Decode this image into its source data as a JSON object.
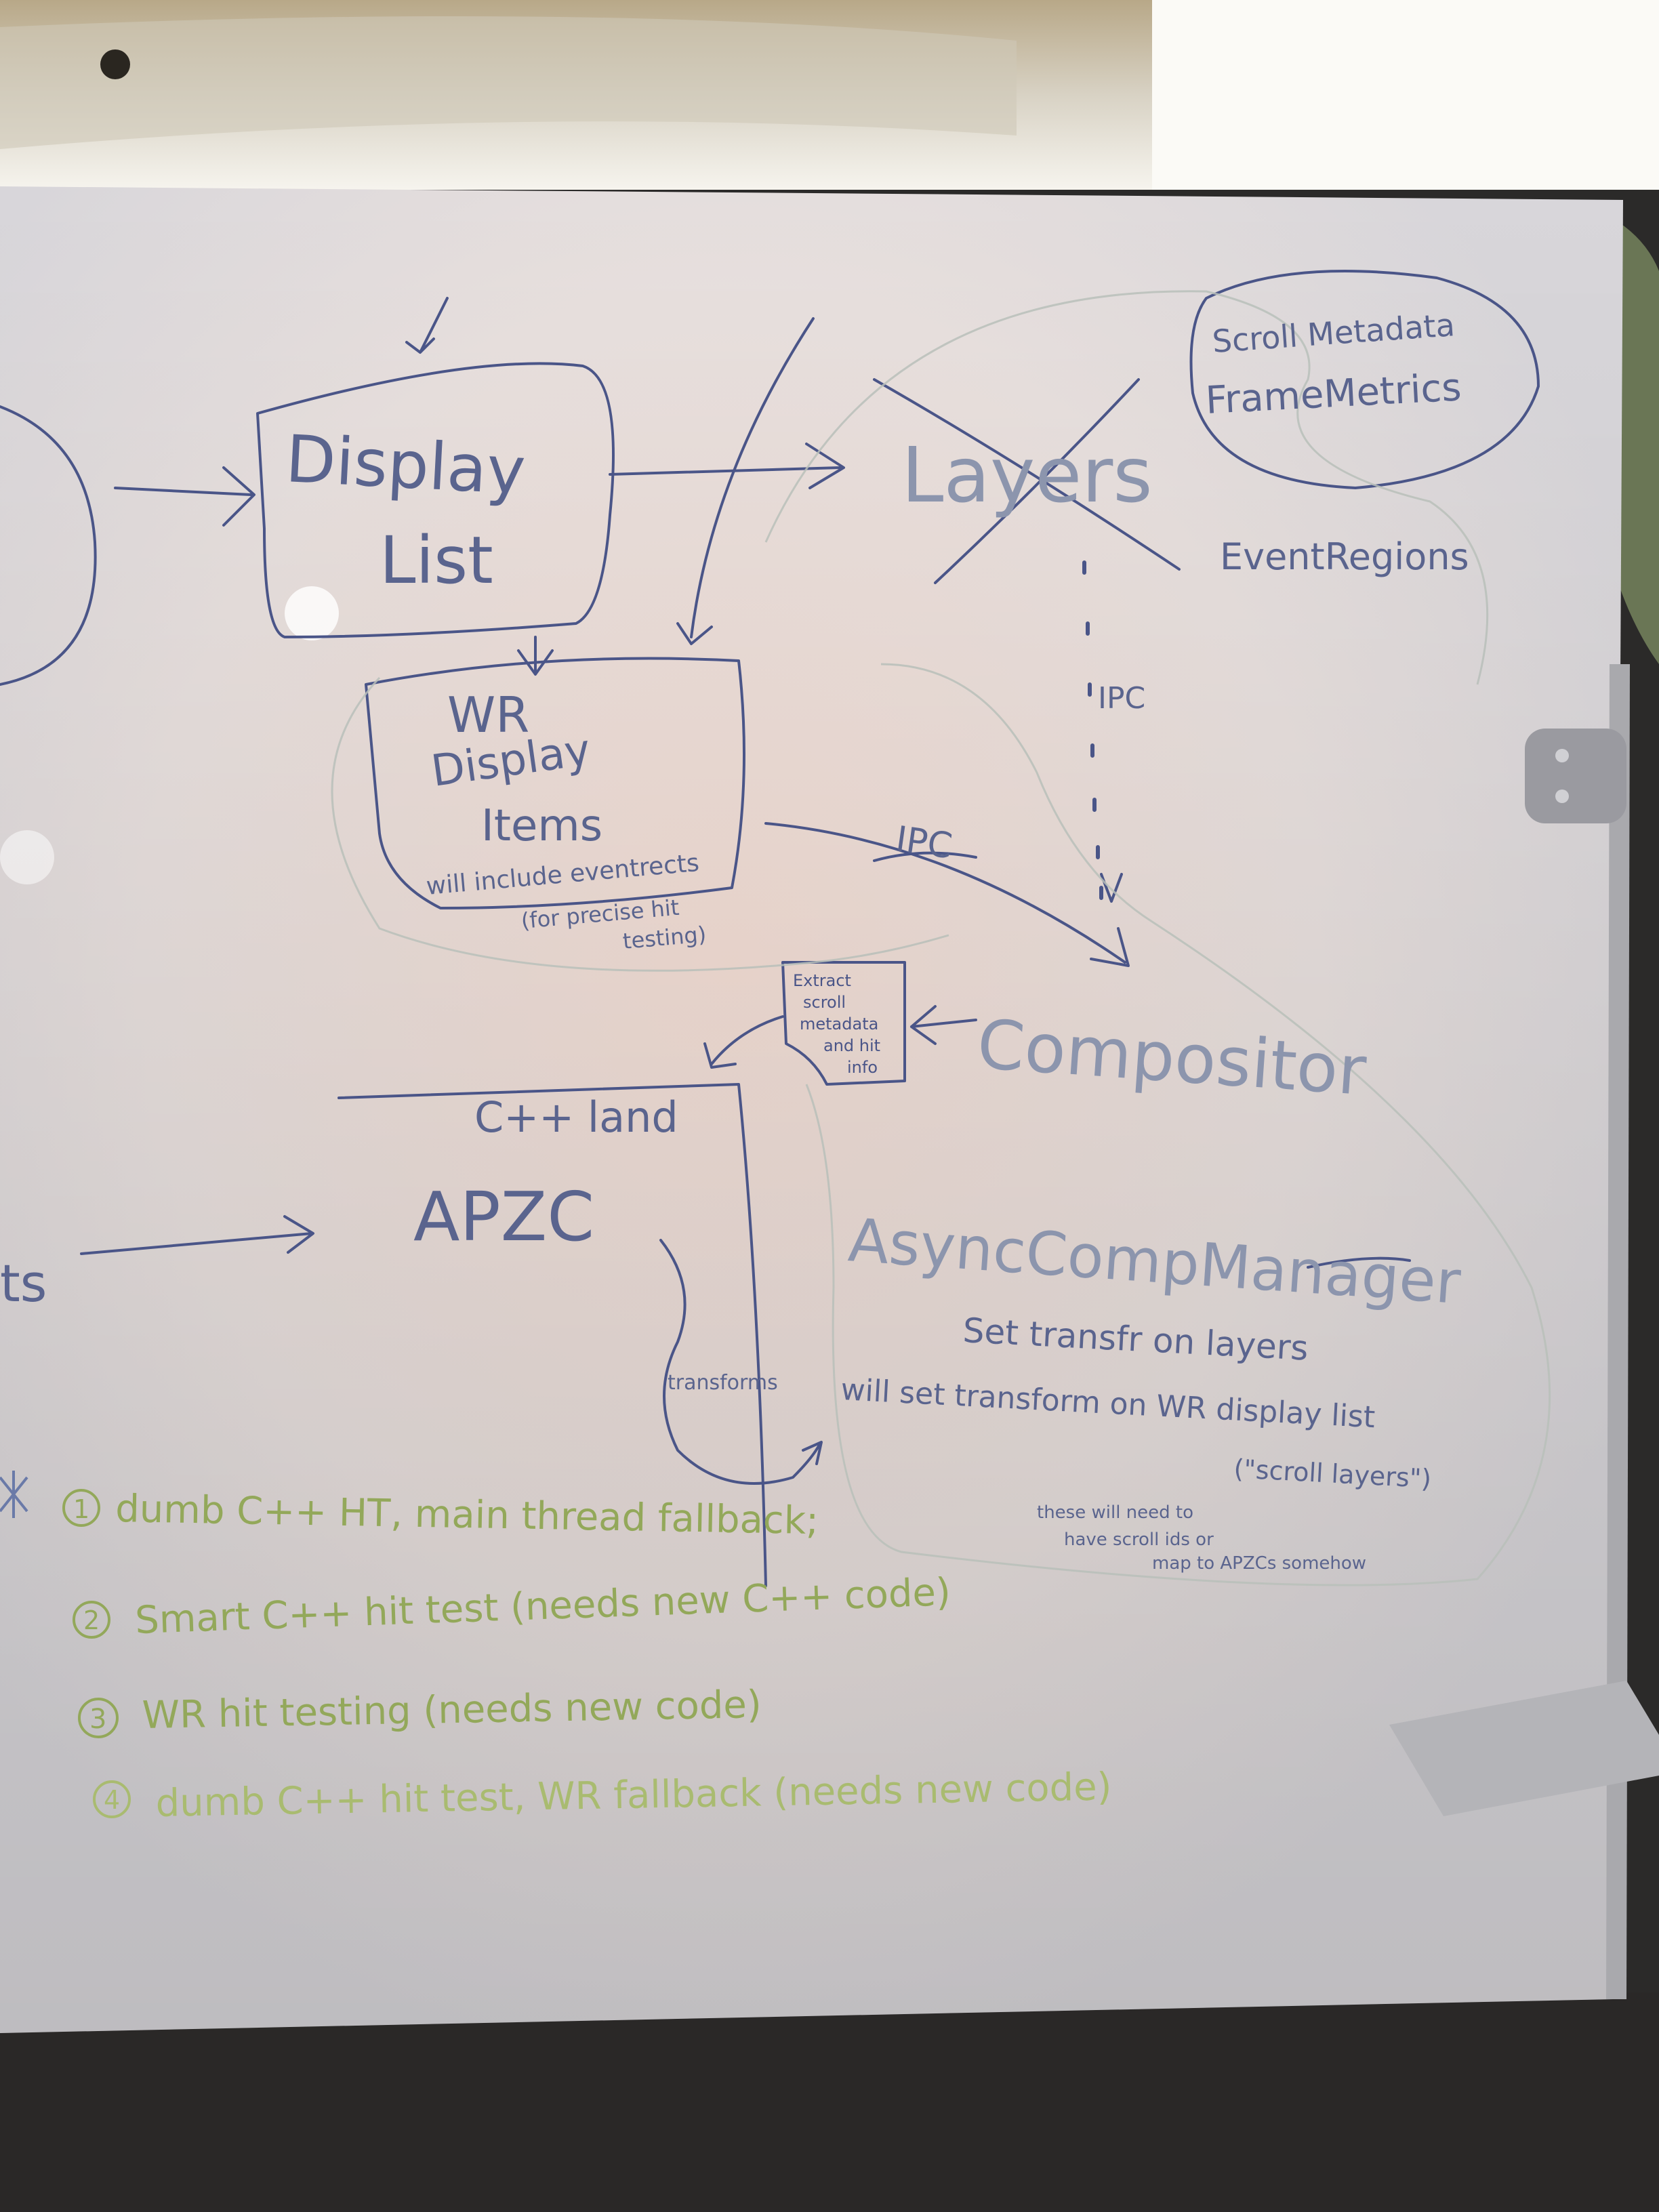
{
  "colors": {
    "board": "#e9e2e0",
    "board_glow": "#f4e6df",
    "marker_blue": "#4a5588",
    "marker_grey": "#8f98ac",
    "marker_faint": "#b8c0b8",
    "marker_green": "#93a85a",
    "frame": "#a9a9ad"
  },
  "icons": [
    "cross-out-mark",
    "star-mark",
    "arrow"
  ],
  "top_diagram": {
    "display_list_line1": "Display",
    "display_list_line2": "List",
    "layers": "Layers",
    "scroll_metadata": "Scroll Metadata",
    "frame_metrics": "FrameMetrics",
    "event_regions": "EventRegions",
    "ipc_vertical": "IPC",
    "ipc_diagonal": "IPC"
  },
  "wr_box": {
    "line1": "WR",
    "line2": "Display",
    "line3": "Items",
    "note1": "will include eventrects",
    "note2": "(for precise hit",
    "note3": "testing)"
  },
  "extract_note": [
    "Extract",
    "scroll",
    "metadata",
    "and hit",
    "info"
  ],
  "compositor": "Compositor",
  "cpp_land": "C++ land",
  "apzc": "APZC",
  "transforms": "transforms",
  "left_fragment": "ts",
  "async_comp": {
    "title": "AsyncCompManager",
    "line1": "Set transfr on layers",
    "line2": "will set transform on WR display list",
    "line3": "(\"scroll layers\")",
    "note1": "these will need to",
    "note2": "have scroll ids or",
    "note3": "map to APZCs somehow"
  },
  "options": [
    {
      "num": "1",
      "text": "dumb C++ HT, main thread fallback;"
    },
    {
      "num": "2",
      "text": "Smart C++ hit test (needs new C++ code)"
    },
    {
      "num": "3",
      "text": "WR hit testing (needs new code)"
    },
    {
      "num": "4",
      "text": "dumb C++ hit test, WR fallback (needs new code)"
    }
  ]
}
